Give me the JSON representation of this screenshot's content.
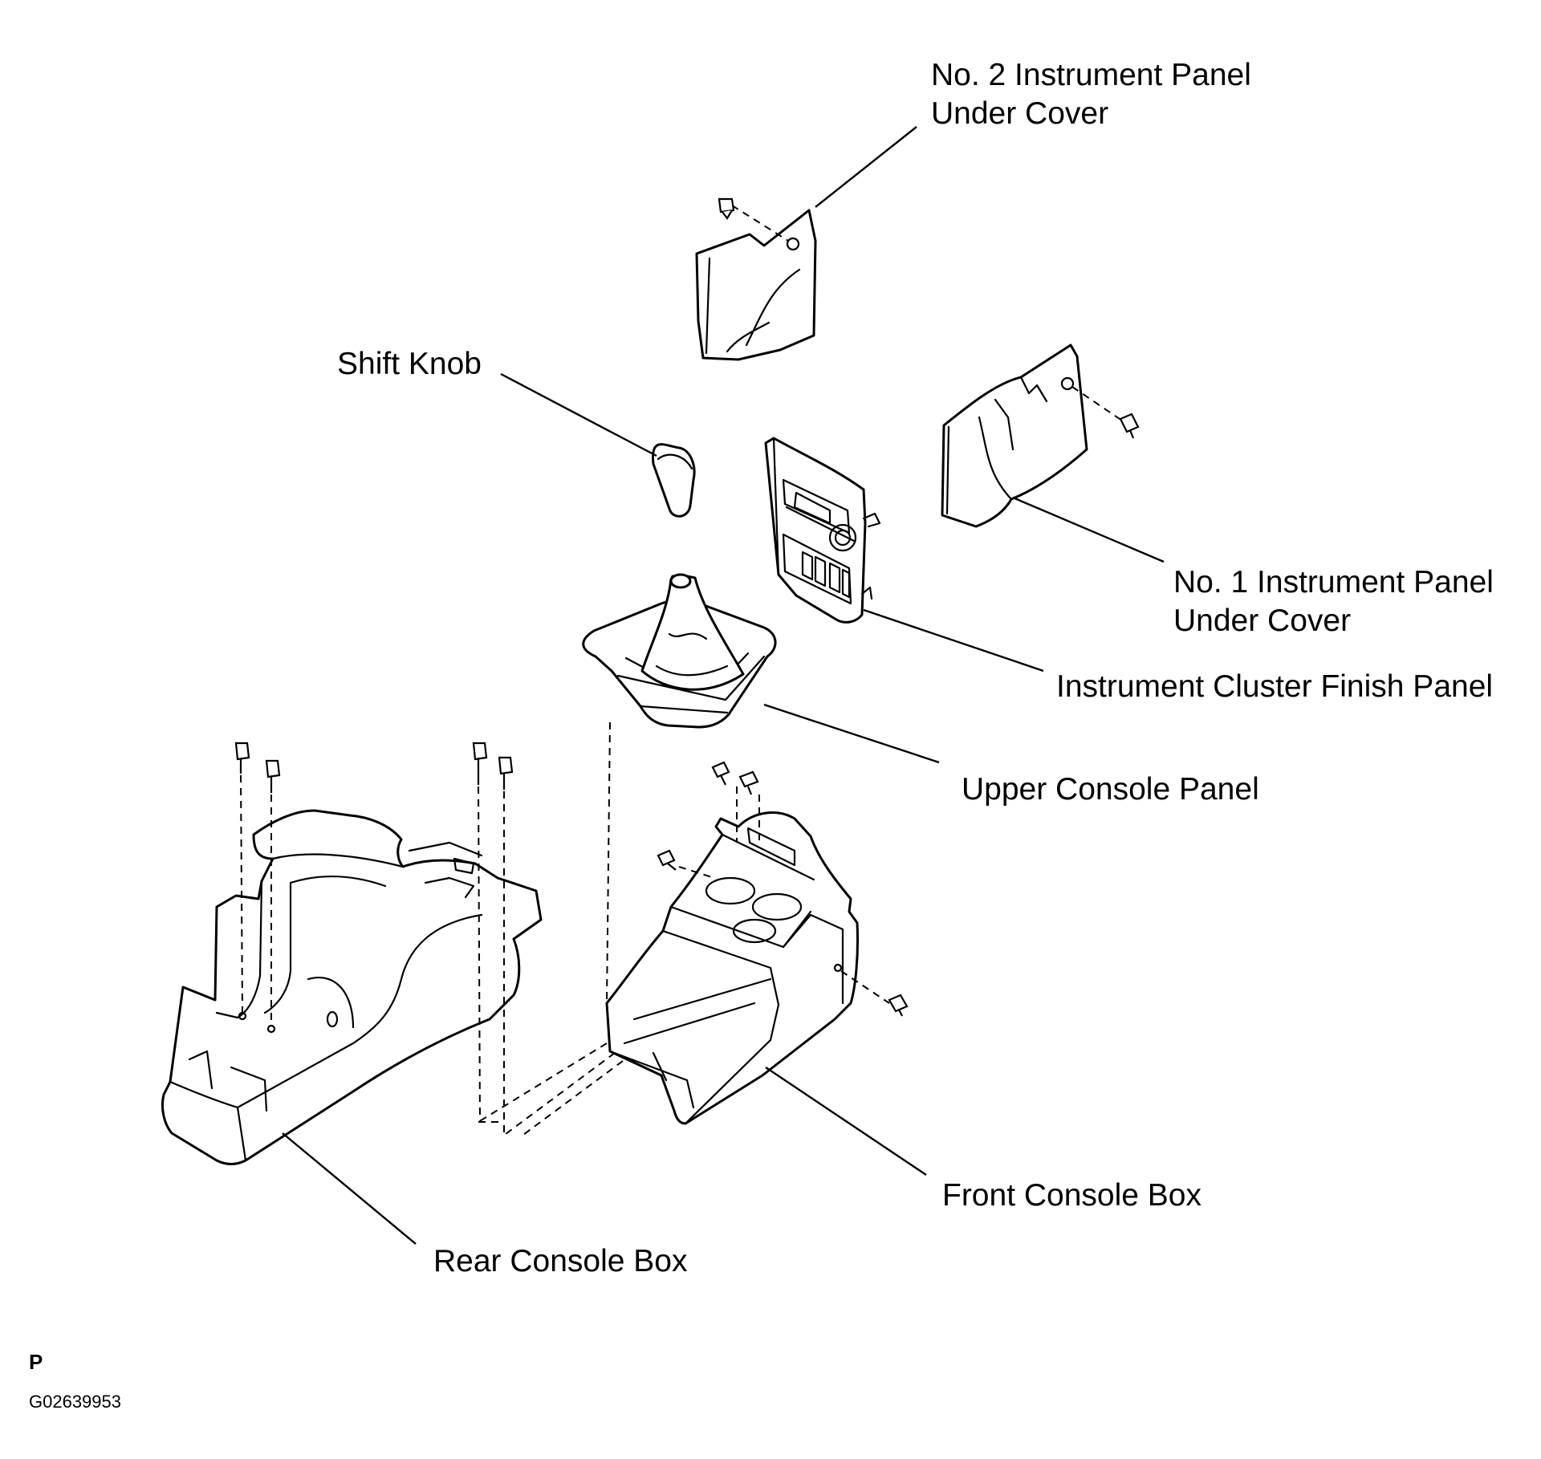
{
  "labels": {
    "no2_panel_line1": "No. 2 Instrument Panel",
    "no2_panel_line2": "Under Cover",
    "shift_knob": "Shift Knob",
    "no1_panel_line1": "No. 1 Instrument Panel",
    "no1_panel_line2": "Under Cover",
    "cluster_finish_panel": "Instrument Cluster Finish Panel",
    "upper_console_panel": "Upper Console Panel",
    "front_console_box": "Front Console Box",
    "rear_console_box": "Rear Console Box"
  },
  "footer": {
    "mark": "P",
    "figure_code": "G02639953"
  }
}
